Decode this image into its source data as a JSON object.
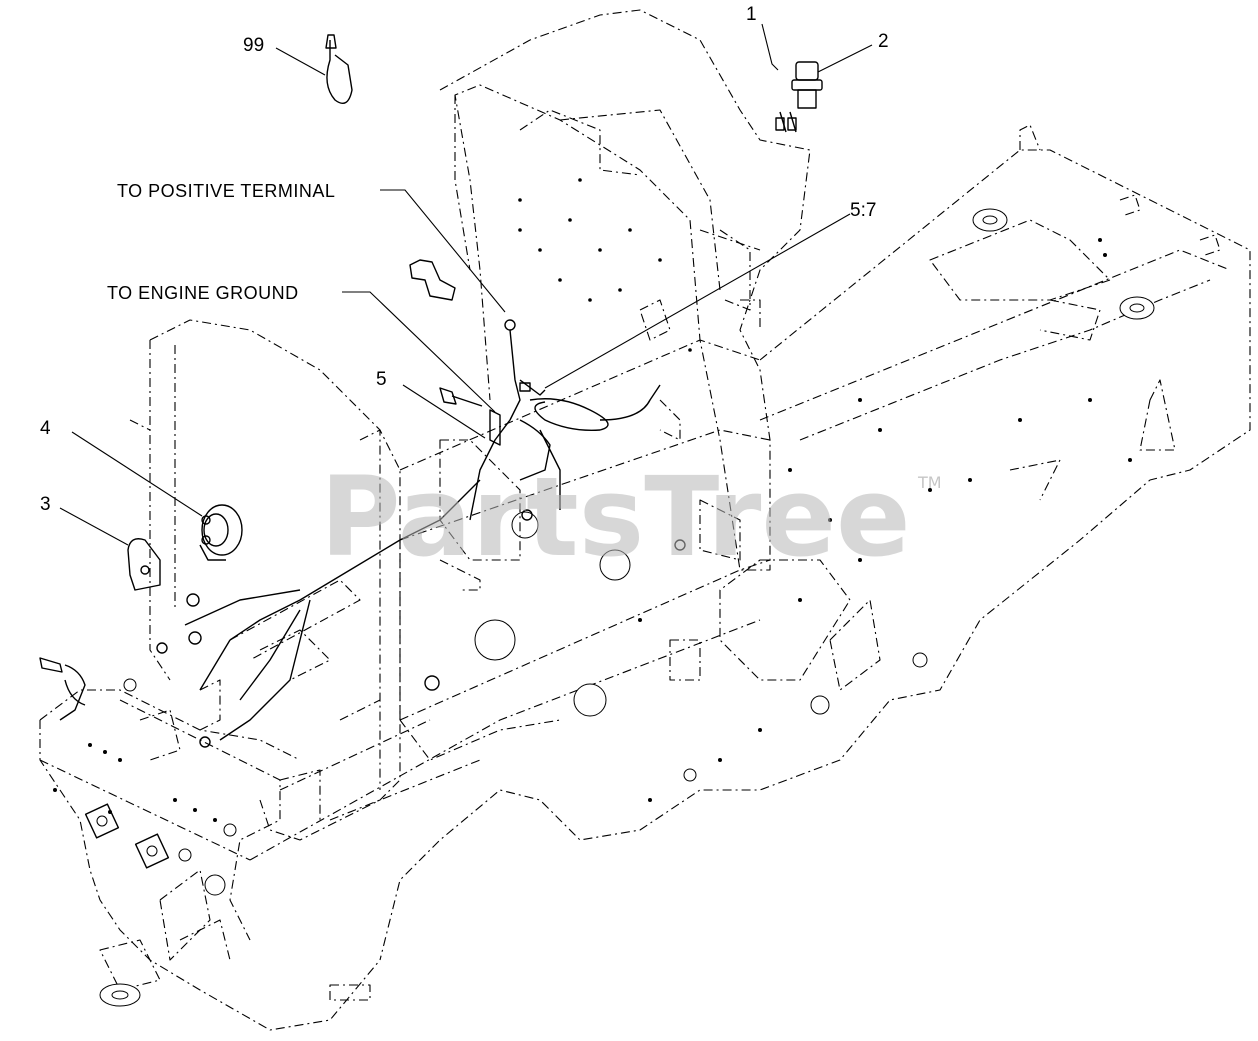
{
  "callouts": {
    "c1": "1",
    "c2": "2",
    "c3": "3",
    "c4": "4",
    "c5": "5",
    "c57": "5:7",
    "c99": "99"
  },
  "notes": {
    "positive": "TO POSITIVE TERMINAL",
    "ground": "TO ENGINE GROUND"
  },
  "watermark": {
    "text": "PartsTree",
    "tm": "TM"
  }
}
